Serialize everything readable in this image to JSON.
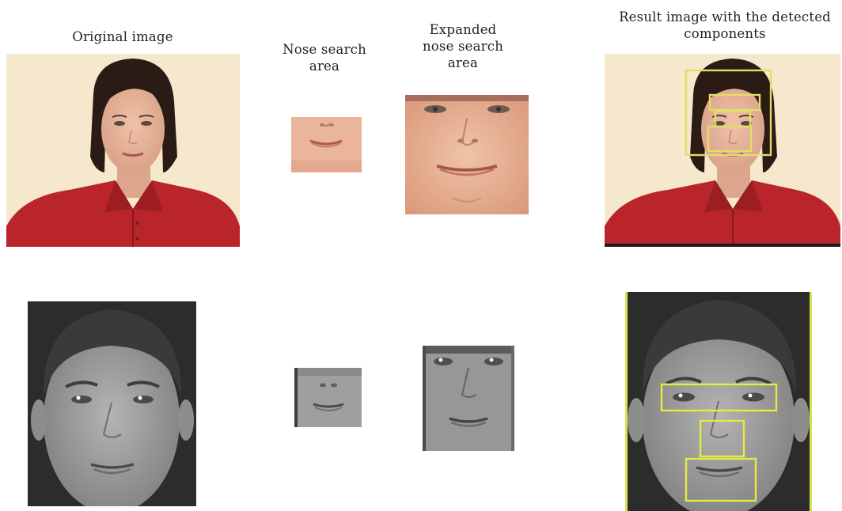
{
  "captions": {
    "original": "Original image",
    "nose_area": "Nose search\narea",
    "expanded": "Expanded\nnose search\narea",
    "result": "Result image with the detected\ncomponents"
  },
  "colors": {
    "background": "#ffffff",
    "photo_background_warm": "#f6e8cc",
    "shirt_red": "#b9252b",
    "skin": "#e7b59a",
    "gray_face": "#9c9c9c",
    "gray_background": "#2c2c2c",
    "detection_box_color_row1": "#e2dd6a",
    "detection_box_color_row2": "#e6ec3c"
  },
  "icons": {
    "original_color": "face-photo-icon",
    "nose_crop": "nose-crop-icon",
    "expanded_crop": "expanded-crop-icon",
    "result": "detection-result-icon"
  }
}
